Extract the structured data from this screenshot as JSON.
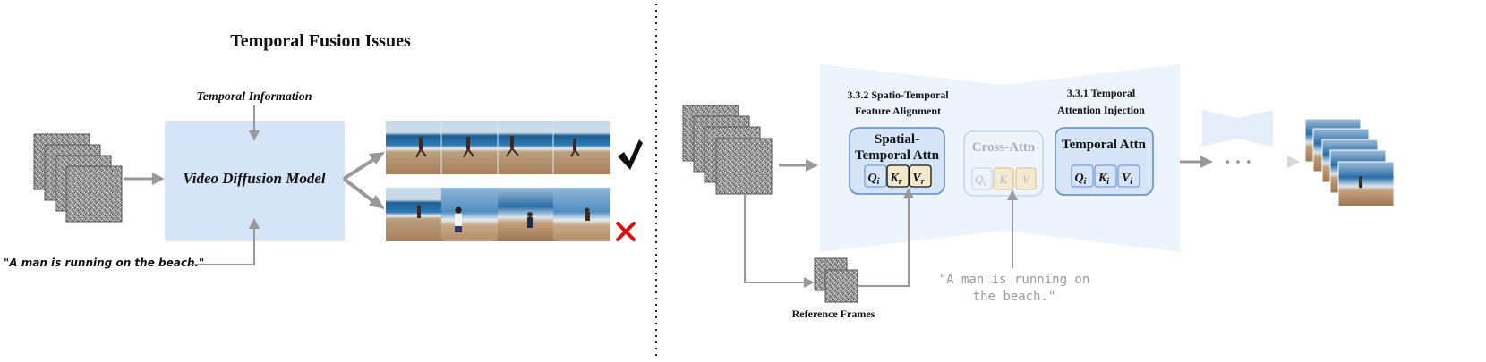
{
  "left": {
    "title": "Temporal Fusion Issues",
    "temporal_info": "Temporal Information",
    "model_label": "Video Diffusion Model",
    "prompt": "\"A man is running on the beach.\"",
    "check_icon": "check-mark-icon",
    "cross_icon": "cross-mark-icon",
    "colors": {
      "model_fill": "#d6e4f7",
      "arrow": "#999999",
      "check": "#111111",
      "cross": "#e01010"
    }
  },
  "right": {
    "spatio_heading_1": "3.3.2 Spatio-Temporal",
    "spatio_heading_2": "Feature Alignment",
    "temporal_heading_1": "3.3.1 Temporal",
    "temporal_heading_2": "Attention Injection",
    "spatial_box_1": "Spatial-",
    "spatial_box_2": "Temporal Attn",
    "cross_box": "Cross-Attn",
    "temporal_box": "Temporal Attn",
    "spatial_tokens": {
      "q": "Q",
      "q_sub": "i",
      "k": "K",
      "k_sub": "r",
      "v": "V",
      "v_sub": "r"
    },
    "cross_tokens": {
      "q": "Q",
      "q_sub": "i",
      "k": "K",
      "v": "V"
    },
    "temporal_tokens": {
      "q": "Q",
      "q_sub": "i",
      "k": "K",
      "k_sub": "i",
      "v": "V",
      "v_sub": "i"
    },
    "ellipsis": "• • •",
    "reference_frames": "Reference Frames",
    "prompt_1": "\"A man is running on",
    "prompt_2": "the beach.\"",
    "colors": {
      "unet_fill": "#eef4fc",
      "block_fill": "#d6e4f7",
      "block_stroke": "#5a8ad0",
      "cross_stroke": "#b5c8e5",
      "k_fill": "#f6e8cc",
      "k_stroke": "#e0b870"
    }
  }
}
